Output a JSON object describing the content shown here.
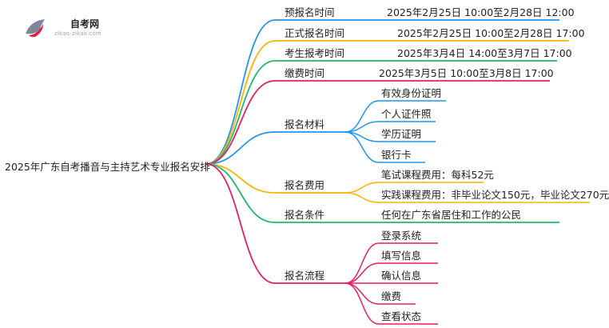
{
  "logo": {
    "name": "自考网",
    "url": "zikao-zikao.com",
    "colors": {
      "primary": "#e11d48",
      "secondary": "#7c8798"
    }
  },
  "root": {
    "label": "2025年广东自考播音与主持艺术专业报名安排"
  },
  "branches": [
    {
      "label": "预报名时间",
      "color": "#2196f3",
      "children": [
        {
          "label": "2025年2月25日 10:00至2月28日 12:00"
        }
      ]
    },
    {
      "label": "正式报名时间",
      "color": "#ffb300",
      "children": [
        {
          "label": "2025年2月25日 10:00至2月28日 17:00"
        }
      ]
    },
    {
      "label": "考生报考时间",
      "color": "#21b968",
      "children": [
        {
          "label": "2025年3月4日 14:00至3月7日 17:00"
        }
      ]
    },
    {
      "label": "缴费时间",
      "color": "#e91e63",
      "children": [
        {
          "label": "2025年3月5日 10:00至3月8日 17:00"
        }
      ]
    },
    {
      "label": "报名材料",
      "color": "#2196f3",
      "children": [
        {
          "label": "有效身份证明"
        },
        {
          "label": "个人证件照"
        },
        {
          "label": "学历证明"
        },
        {
          "label": "银行卡"
        }
      ]
    },
    {
      "label": "报名费用",
      "color": "#ffb300",
      "children": [
        {
          "label": "笔试课程费用：每科52元"
        },
        {
          "label": "实践课程费用：非毕业论文150元，毕业论文270元"
        }
      ]
    },
    {
      "label": "报名条件",
      "color": "#21b968",
      "children": [
        {
          "label": "任何在广东省居住和工作的公民"
        }
      ]
    },
    {
      "label": "报名流程",
      "color": "#e91e63",
      "children": [
        {
          "label": "登录系统"
        },
        {
          "label": "填写信息"
        },
        {
          "label": "确认信息"
        },
        {
          "label": "缴费"
        },
        {
          "label": "查看状态"
        }
      ]
    }
  ]
}
